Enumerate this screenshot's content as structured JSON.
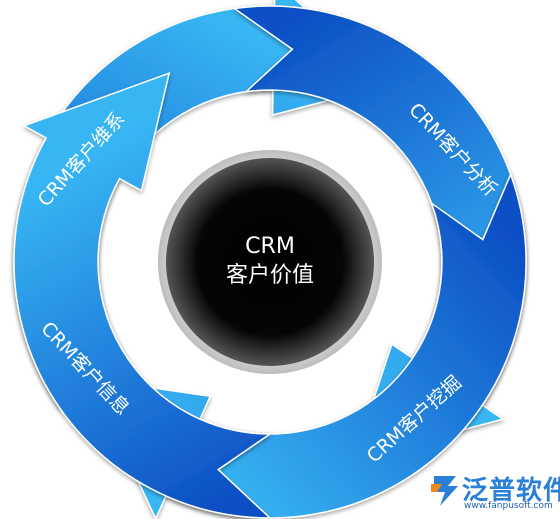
{
  "center": {
    "line1": "CRM",
    "line2": "客户价值"
  },
  "segments": [
    {
      "label": "CRM客户维系"
    },
    {
      "label": "CRM客户分析"
    },
    {
      "label": "CRM客户挖掘"
    },
    {
      "label": "CRM客户信息"
    }
  ],
  "logo": {
    "name": "泛普软件",
    "url": "www.fanpusoft.com"
  },
  "colors": {
    "arrow_light": "#38b6f4",
    "arrow_dark": "#0d4fc4",
    "center_bg": "#000000",
    "ring_light": "#dcdcdc",
    "logo_blue": "#2a7fd6",
    "logo_orange": "#f08a1c"
  }
}
